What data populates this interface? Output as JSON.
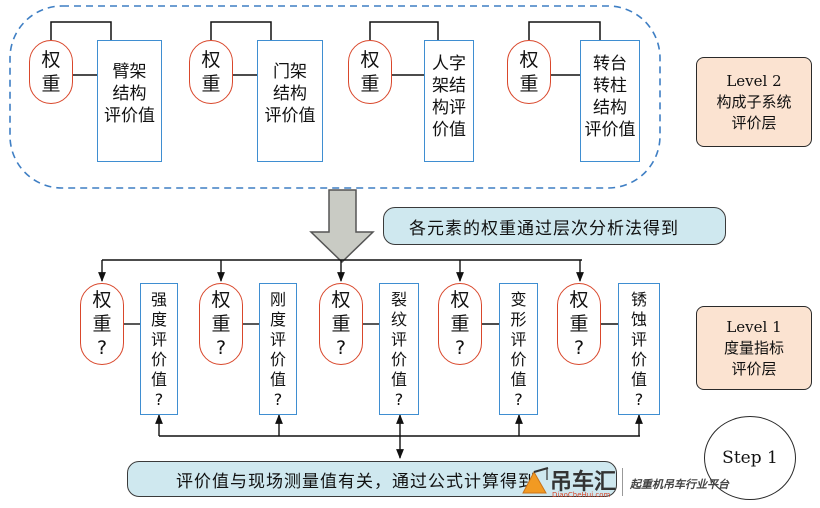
{
  "level2": {
    "weight_label": "权\n重",
    "values": [
      "臂架\n结构\n评价值",
      "门架\n结构\n评价值",
      "人字\n架结\n构评\n价值",
      "转台\n转柱\n结构\n评价值"
    ],
    "level_label": "Level 2\n构成子系统\n评价层"
  },
  "middle_banner": "各元素的权重通过层次分析法得到",
  "level1": {
    "weight_label": "权\n重\n?",
    "values": [
      "强\n度\n评\n价\n值\n?",
      "刚\n度\n评\n价\n值\n?",
      "裂\n纹\n评\n价\n值\n?",
      "变\n形\n评\n价\n值\n?",
      "锈\n蚀\n评\n价\n值\n?"
    ],
    "level_label": "Level 1\n度量指标\n评价层"
  },
  "bottom_banner": "评价值与现场测量值有关，通过公式计算得到",
  "step_label": "Step 1",
  "watermark": {
    "logo": "吊车汇",
    "url": "DiaoCheHui.com",
    "slogan": "起重机吊车行业平台"
  },
  "colors": {
    "weight_border": "#d9472b",
    "value_border": "#3f8ed1",
    "dashed_border": "#3f7fc4",
    "level_fill": "#fbe3d1",
    "banner_fill": "#cfe8ef",
    "arrow_fill": "#c9cbc4"
  }
}
